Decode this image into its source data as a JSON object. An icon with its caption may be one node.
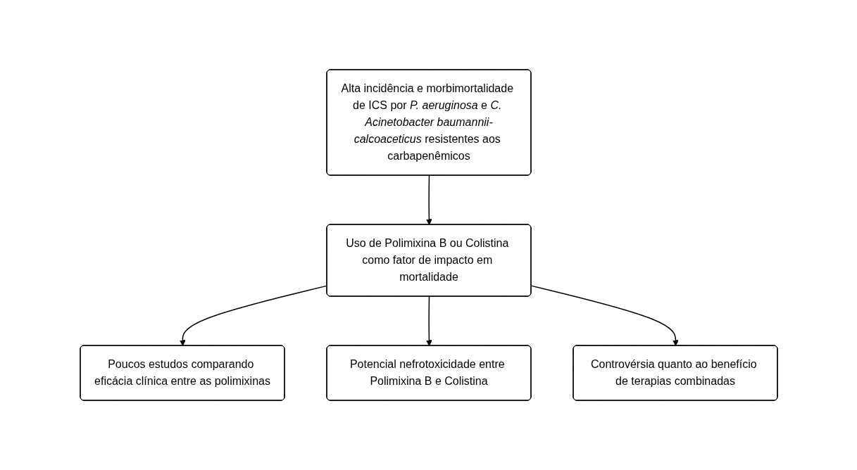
{
  "diagram": {
    "nodes": [
      {
        "text": [
          "Alta incidência e morbimortalidade de ICS por *P. aeruginosa* e *C. Acinetobacter baumannii-calcoaceticus* resistentes aos carbapenêmicos"
        ]
      },
      {
        "text": [
          "Poucos estudos comparando eficácia clínica entre as polimixinas"
        ]
      },
      {
        "text": [
          "Uso de Polimixina B ou Colistina como fator de impacto em mortalidade"
        ]
      },
      {
        "text": [
          "Potencial nefrotoxicidade entre Polimixina B e Colistina"
        ]
      },
      {
        "text": [
          "Controvérsia quanto ao benefício de terapias combinadas"
        ]
      }
    ],
    "edges": [
      {
        "from": 0,
        "to": 2,
        "arrow": "to"
      },
      {
        "from": 2,
        "to": 1,
        "arrow": "to"
      },
      {
        "from": 2,
        "to": 3,
        "arrow": "to"
      },
      {
        "from": 2,
        "to": 4,
        "arrow": "to"
      }
    ]
  }
}
